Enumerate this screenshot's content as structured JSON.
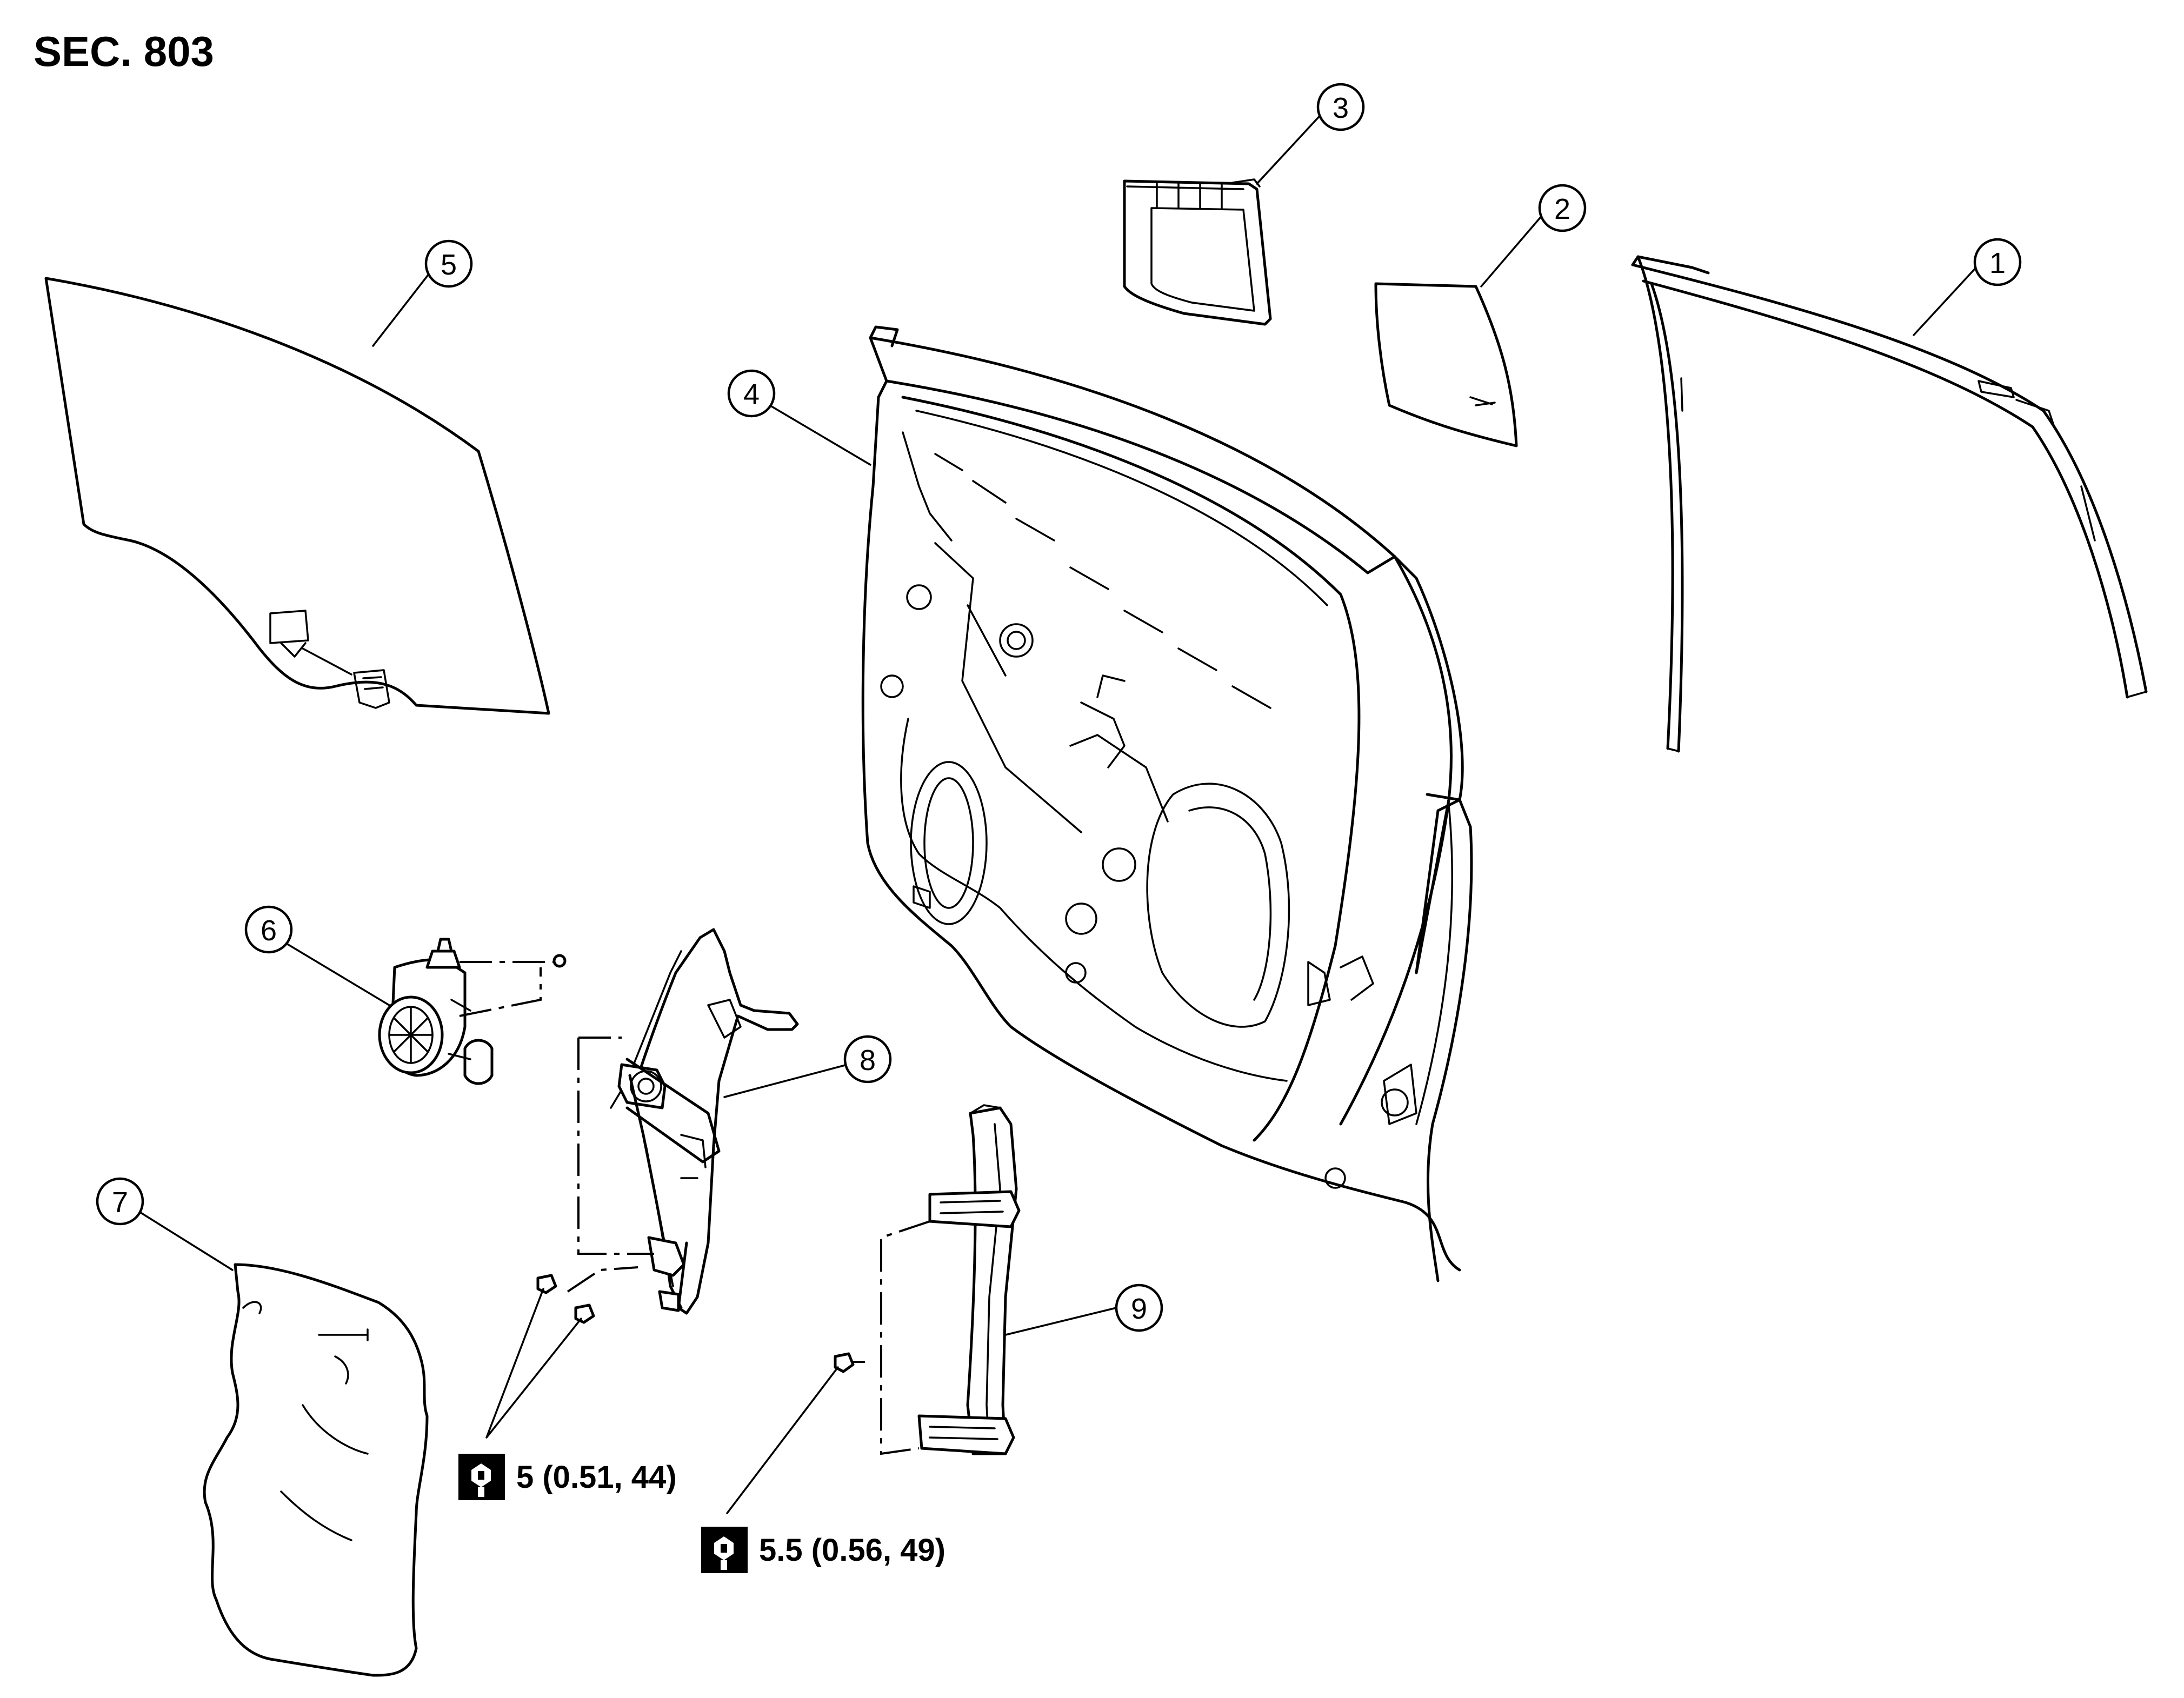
{
  "section_label": "SEC. 803",
  "callouts": [
    "1",
    "2",
    "3",
    "4",
    "5",
    "6",
    "7",
    "8",
    "9"
  ],
  "torque_specs": [
    {
      "icon": "torque-wrench-icon",
      "value": "5 (0.51, 44)"
    },
    {
      "icon": "torque-wrench-icon",
      "value": "5.5 (0.56, 49)"
    }
  ]
}
